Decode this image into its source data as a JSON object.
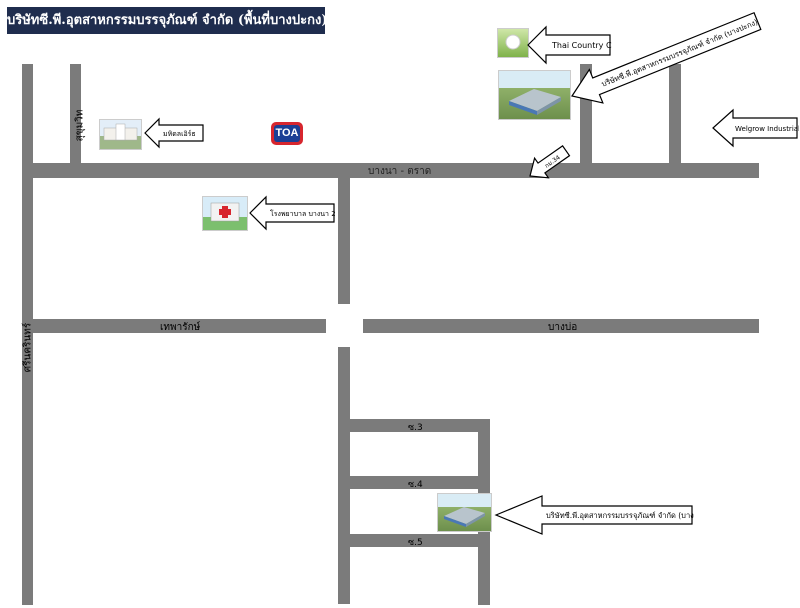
{
  "header": {
    "title": "บริษัทซี.พี.อุตสาหกรรมบรรจุภัณฑ์ จำกัด (พื้นที่บางปะกง)"
  },
  "roads": {
    "bangna_trad": "บางนา - ตราด",
    "thepharak": "เทพารักษ์",
    "bang_bo": "บางบ่อ",
    "srinakarin": "ศรีนครินทร์",
    "sukhumvit": "สุขุมวิท",
    "soi_3": "ซ.3",
    "soi_4": "ซ.4",
    "soi_5": "ซ.5"
  },
  "landmarks": {
    "thai_country_club": "Thai Country Club",
    "company_bangpakong": "บริษัทซี.พี.อุตสาหกรรมบรรจุภัณฑ์ จำกัด (บางปะกง)",
    "welgrow": "Welgrow Industrial",
    "km34": "กม.34",
    "mahidol": "มหิดลเอิร์ธ",
    "toa": "TOA",
    "hospital": "โรงพยาบาล บางนา 2",
    "company_bangphli": "บริษัทซี.พี.อุตสาหกรรมบรรจุภัณฑ์ จำกัด (บางพลี)"
  },
  "colors": {
    "title_bg": "#1f2d4e",
    "road": "#7b7b7b",
    "toa_red": "#d7262e",
    "toa_blue": "#1b3f95"
  },
  "icons": [
    "golf-ball-icon",
    "factory-photo",
    "building-photo",
    "hospital-icon",
    "toa-logo"
  ]
}
